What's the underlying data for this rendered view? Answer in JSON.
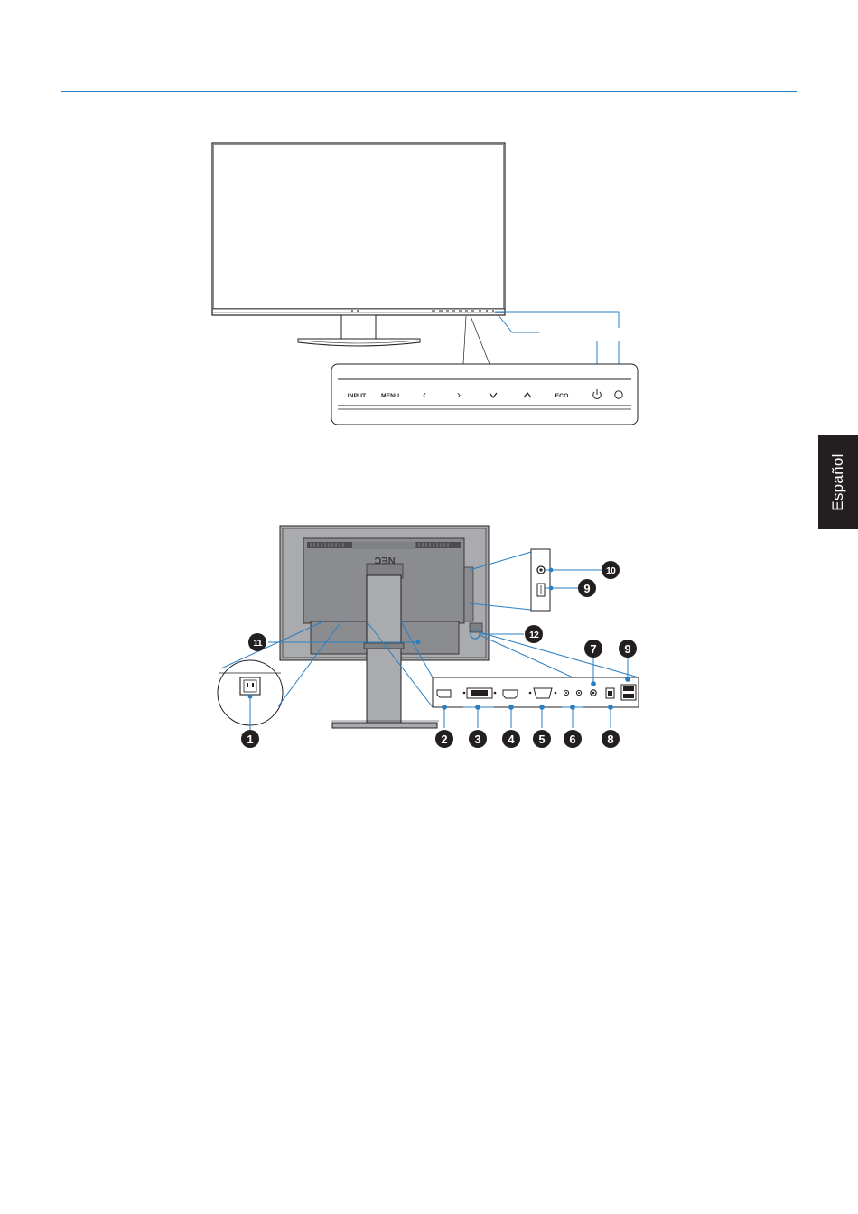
{
  "language_tab": "Español",
  "brand_logo": "NEC",
  "colors": {
    "accent": "#2b7fc1",
    "tab_bg": "#231f20",
    "callout_badge": "#231f20",
    "panel_gray": "#a9abae",
    "panel_dark": "#7e8083"
  },
  "front_view": {
    "control_labels": [
      "INPUT",
      "MENU",
      "‹",
      "›",
      "⌄",
      "⌃",
      "ECO"
    ],
    "icons": [
      "power-icon",
      "power-led-icon"
    ]
  },
  "rear_view": {
    "callouts": {
      "c1": "1",
      "c2": "2",
      "c3": "3",
      "c4": "4",
      "c5": "5",
      "c6": "6",
      "c7": "7",
      "c8": "8",
      "c9a": "9",
      "c9b": "9",
      "c10": "10",
      "c11": "11",
      "c12": "12"
    }
  }
}
